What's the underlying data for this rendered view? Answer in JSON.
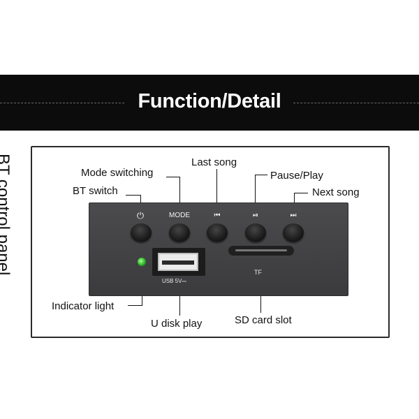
{
  "banner": {
    "title": "Function/Detail"
  },
  "side_label": "BT control panel",
  "panel": {
    "button_labels": {
      "mode": "MODE"
    },
    "buttons": [
      "power",
      "mode",
      "prev",
      "play-pause",
      "next"
    ],
    "usb_label": "USB 5V⎓",
    "tf_label": "TF"
  },
  "callouts": {
    "mode_switching": "Mode switching",
    "last_song": "Last song",
    "pause_play": "Pause/Play",
    "next_song": "Next song",
    "bt_switch": "BT switch",
    "indicator_light": "Indicator light",
    "u_disk_play": "U disk play",
    "sd_card_slot": "SD card slot"
  },
  "icons": {
    "power": "power-icon",
    "prev": "skip-previous-icon",
    "play_pause": "play-pause-icon",
    "next": "skip-next-icon"
  },
  "colors": {
    "banner": "#0c0c0c",
    "panel": "#434345",
    "button": "#151515",
    "led": "#2bb52b"
  }
}
